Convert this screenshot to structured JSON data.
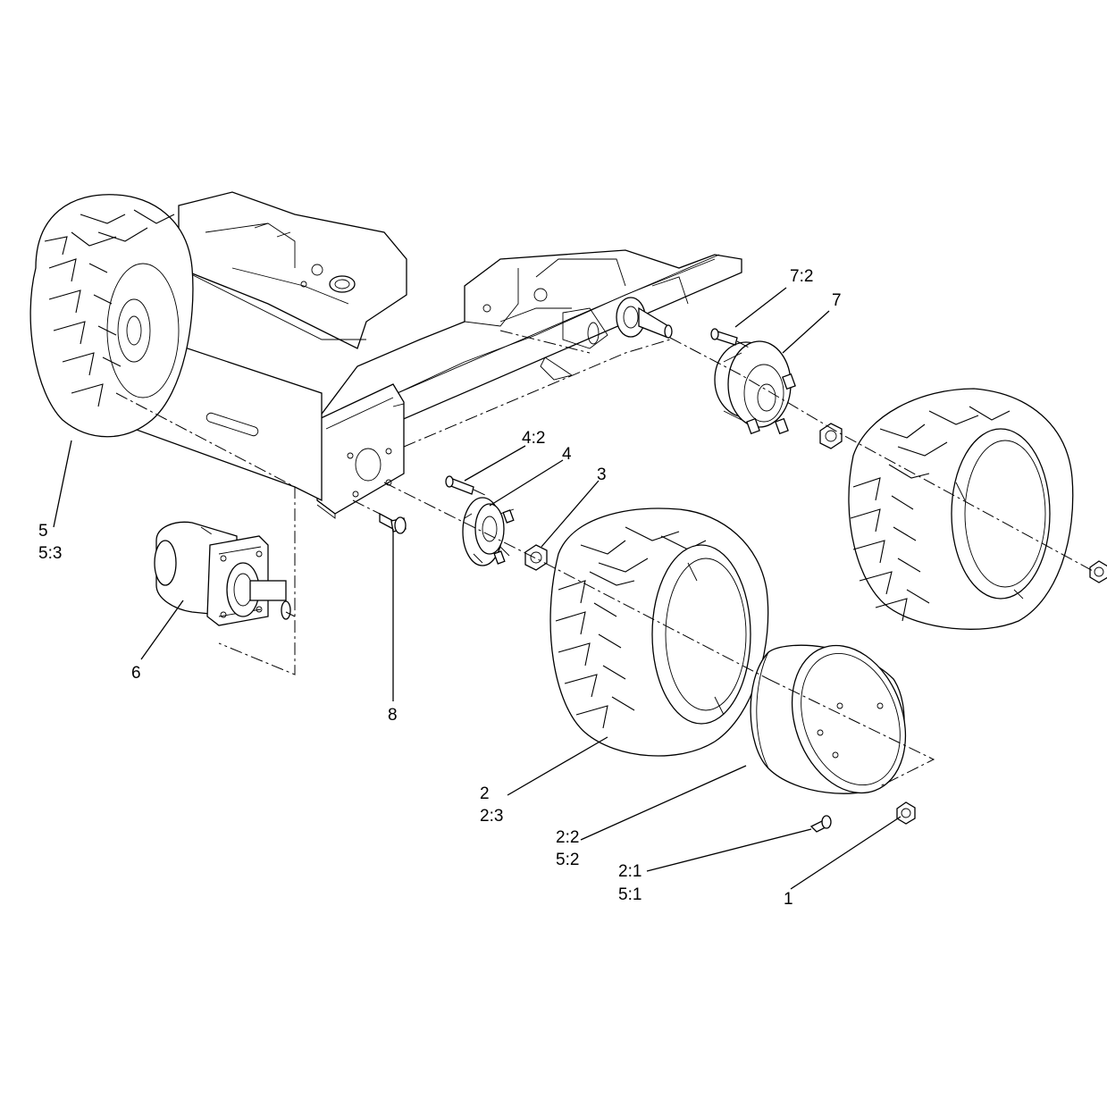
{
  "callouts": {
    "c_7_2": "7:2",
    "c_7": "7",
    "c_4_2": "4:2",
    "c_4": "4",
    "c_3": "3",
    "c_5": "5",
    "c_5_3": "5:3",
    "c_6": "6",
    "c_8": "8",
    "c_2": "2",
    "c_2_3": "2:3",
    "c_2_2": "2:2",
    "c_5_2": "5:2",
    "c_2_1": "2:1",
    "c_5_1": "5:1",
    "c_1": "1"
  }
}
